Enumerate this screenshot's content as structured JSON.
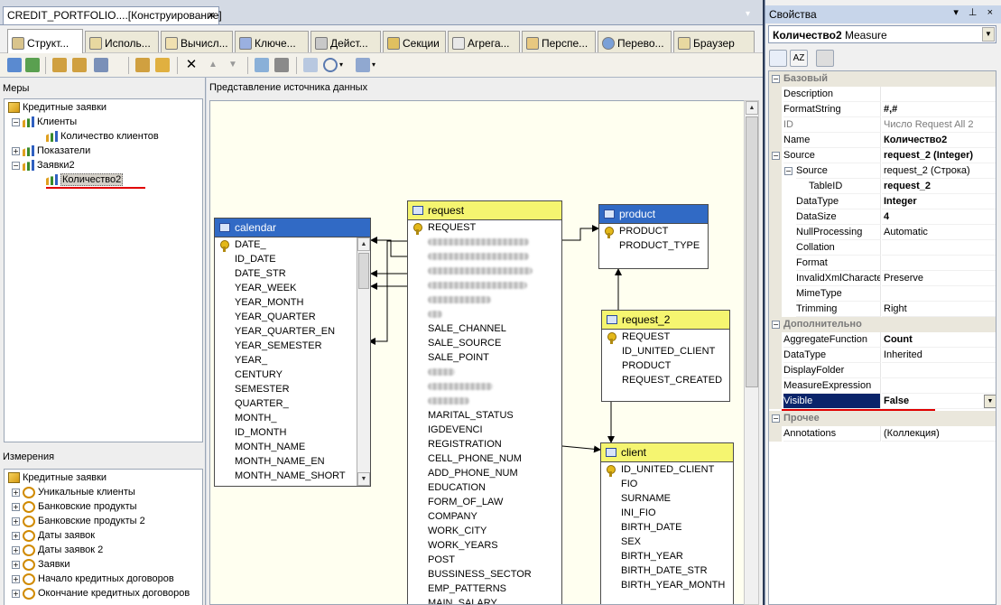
{
  "document": {
    "tab_title": "CREDIT_PORTFOLIO....[Конструирование]",
    "close": "×",
    "dropdown": "▾"
  },
  "tabs": [
    {
      "label": "Структ..."
    },
    {
      "label": "Исполь..."
    },
    {
      "label": "Вычисл..."
    },
    {
      "label": "Ключе..."
    },
    {
      "label": "Дейст..."
    },
    {
      "label": "Секции"
    },
    {
      "label": "Агрега..."
    },
    {
      "label": "Перспе..."
    },
    {
      "label": "Перево..."
    },
    {
      "label": "Браузер"
    }
  ],
  "measures_pane": {
    "header": "Меры",
    "items": [
      {
        "label": "Кредитные заявки"
      },
      {
        "label": "Клиенты"
      },
      {
        "label": "Количество клиентов"
      },
      {
        "label": "Показатели"
      },
      {
        "label": "Заявки2"
      },
      {
        "label": "Количество2"
      }
    ]
  },
  "dimensions_pane": {
    "header": "Измерения",
    "items": [
      {
        "label": "Кредитные заявки"
      },
      {
        "label": "Уникальные клиенты"
      },
      {
        "label": "Банковские продукты"
      },
      {
        "label": "Банковские продукты 2"
      },
      {
        "label": "Даты заявок"
      },
      {
        "label": "Даты заявок 2"
      },
      {
        "label": "Заявки"
      },
      {
        "label": "Начало кредитных договоров"
      },
      {
        "label": "Окончание кредитных договоров"
      }
    ]
  },
  "dsv": {
    "header": "Представление источника данных",
    "tables": {
      "calendar": {
        "name": "calendar",
        "columns": [
          "DATE_",
          "ID_DATE",
          "DATE_STR",
          "YEAR_WEEK",
          "YEAR_MONTH",
          "YEAR_QUARTER",
          "YEAR_QUARTER_EN",
          "YEAR_SEMESTER",
          "YEAR_",
          "CENTURY",
          "SEMESTER",
          "QUARTER_",
          "MONTH_",
          "ID_MONTH",
          "MONTH_NAME",
          "MONTH_NAME_EN",
          "MONTH_NAME_SHORT"
        ]
      },
      "request": {
        "name": "request",
        "columns": [
          "REQUEST",
          "",
          "",
          "",
          "",
          "",
          "",
          "SALE_CHANNEL",
          "SALE_SOURCE",
          "SALE_POINT",
          "",
          "",
          "",
          "MARITAL_STATUS",
          "IGDEVENCI",
          "REGISTRATION",
          "CELL_PHONE_NUM",
          "ADD_PHONE_NUM",
          "EDUCATION",
          "FORM_OF_LAW",
          "COMPANY",
          "WORK_CITY",
          "WORK_YEARS",
          "POST",
          "BUSSINESS_SECTOR",
          "EMP_PATTERNS",
          "MAIN_SALARY"
        ]
      },
      "product": {
        "name": "product",
        "columns": [
          "PRODUCT",
          "PRODUCT_TYPE"
        ]
      },
      "request_2": {
        "name": "request_2",
        "columns": [
          "REQUEST",
          "ID_UNITED_CLIENT",
          "PRODUCT",
          "REQUEST_CREATED"
        ]
      },
      "client": {
        "name": "client",
        "columns": [
          "ID_UNITED_CLIENT",
          "FIO",
          "SURNAME",
          "INI_FIO",
          "BIRTH_DATE",
          "SEX",
          "BIRTH_YEAR",
          "BIRTH_DATE_STR",
          "BIRTH_YEAR_MONTH"
        ]
      }
    }
  },
  "properties": {
    "title": "Свойства",
    "pin_buttons": "▾ ⊥ ×",
    "object_name": "Количество2",
    "object_type": "Measure",
    "categories": {
      "basic": "Базовый",
      "advanced": "Дополнительно",
      "misc": "Прочее"
    },
    "rows": {
      "description": {
        "name": "Description",
        "value": ""
      },
      "formatstring": {
        "name": "FormatString",
        "value": "#,#"
      },
      "id": {
        "name": "ID",
        "value": "Число Request All 2"
      },
      "name": {
        "name": "Name",
        "value": "Количество2"
      },
      "source": {
        "name": "Source",
        "value": "request_2 (Integer)"
      },
      "source2": {
        "name": "Source",
        "value": "request_2 (Строка)"
      },
      "tableid": {
        "name": "TableID",
        "value": "request_2"
      },
      "datatype": {
        "name": "DataType",
        "value": "Integer"
      },
      "datasize": {
        "name": "DataSize",
        "value": "4"
      },
      "nullprocessing": {
        "name": "NullProcessing",
        "value": "Automatic"
      },
      "collation": {
        "name": "Collation",
        "value": ""
      },
      "format": {
        "name": "Format",
        "value": ""
      },
      "invalidxml": {
        "name": "InvalidXmlCharacte",
        "value": "Preserve"
      },
      "mimetype": {
        "name": "MimeType",
        "value": ""
      },
      "trimming": {
        "name": "Trimming",
        "value": "Right"
      },
      "aggregatefunction": {
        "name": "AggregateFunction",
        "value": "Count"
      },
      "datatype2": {
        "name": "DataType",
        "value": "Inherited"
      },
      "displayfolder": {
        "name": "DisplayFolder",
        "value": ""
      },
      "measureexpression": {
        "name": "MeasureExpression",
        "value": ""
      },
      "visible": {
        "name": "Visible",
        "value": "False"
      },
      "annotations": {
        "name": "Annotations",
        "value": "(Коллекция)"
      }
    }
  },
  "colors": {
    "accent_blue": "#316ac5",
    "table_header_yellow": "#f5f570",
    "annotation_red": "#e00000",
    "selection_navy": "#0a246a"
  }
}
